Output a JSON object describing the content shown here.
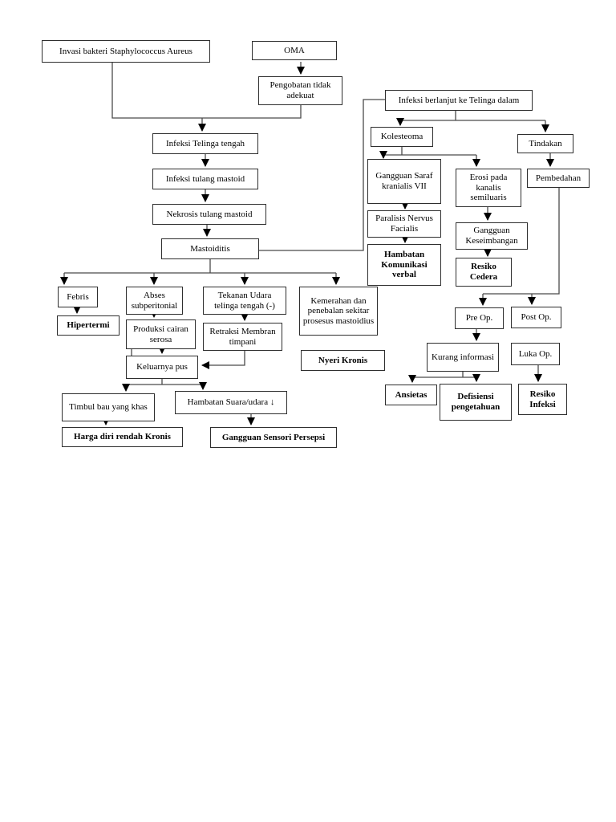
{
  "diagram": {
    "type": "flowchart",
    "topic": "Pathway OMA - Mastoiditis (patofisiologi dan diagnosa keperawatan)",
    "nodes": {
      "invasi": {
        "label": "Invasi bakteri Staphylococcus Aureus",
        "bold": false
      },
      "oma": {
        "label": "OMA",
        "bold": false
      },
      "pengobatan": {
        "label": "Pengobatan tidak adekuat",
        "bold": false
      },
      "infeksi_berlanjut": {
        "label": "Infeksi berlanjut ke Telinga dalam",
        "bold": false
      },
      "infeksi_telinga": {
        "label": "Infeksi Telinga tengah",
        "bold": false
      },
      "infeksi_tulang": {
        "label": "Infeksi tulang mastoid",
        "bold": false
      },
      "nekrosis": {
        "label": "Nekrosis tulang mastoid",
        "bold": false
      },
      "mastoiditis": {
        "label": "Mastoiditis",
        "bold": false
      },
      "kolesteoma": {
        "label": "Kolesteoma",
        "bold": false
      },
      "tindakan": {
        "label": "Tindakan",
        "bold": false
      },
      "gangguan_saraf": {
        "label": "Gangguan Saraf kranialis VII",
        "bold": false
      },
      "erosi": {
        "label": "Erosi pada kanalis semiluaris",
        "bold": false
      },
      "pembedahan": {
        "label": "Pembedahan",
        "bold": false
      },
      "paralisis": {
        "label": "Paralisis Nervus Facialis",
        "bold": false
      },
      "gangguan_keseimbangan": {
        "label": "Gangguan Keseimbangan",
        "bold": false
      },
      "hambatan_komunikasi": {
        "label": "Hambatan Komunikasi verbal",
        "bold": true
      },
      "resiko_cedera": {
        "label": "Resiko Cedera",
        "bold": true
      },
      "febris": {
        "label": "Febris",
        "bold": false
      },
      "hipertermi": {
        "label": "Hipertermi",
        "bold": true
      },
      "abses": {
        "label": "Abses subperitonial",
        "bold": false
      },
      "produksi": {
        "label": "Produksi cairan serosa",
        "bold": false
      },
      "tekanan": {
        "label": "Tekanan Udara telinga tengah (-)",
        "bold": false
      },
      "retraksi": {
        "label": "Retraksi Membran timpani",
        "bold": false
      },
      "kemerahan": {
        "label": "Kemerahan dan penebalan sekitar prosesus mastoidius",
        "bold": false
      },
      "keluarnya_pus": {
        "label": "Keluarnya pus",
        "bold": false
      },
      "nyeri_kronis": {
        "label": "Nyeri Kronis",
        "bold": true
      },
      "pre_op": {
        "label": "Pre Op.",
        "bold": false
      },
      "post_op": {
        "label": "Post Op.",
        "bold": false
      },
      "kurang_informasi": {
        "label": "Kurang informasi",
        "bold": false
      },
      "luka_op": {
        "label": "Luka Op.",
        "bold": false
      },
      "timbul_bau": {
        "label": "Timbul bau yang khas",
        "bold": false
      },
      "hambatan_suara": {
        "label": "Hambatan Suara/udara ↓",
        "bold": false
      },
      "harga_diri": {
        "label": "Harga diri rendah Kronis",
        "bold": true
      },
      "gangguan_sensori": {
        "label": "Gangguan Sensori Persepsi",
        "bold": true
      },
      "ansietas": {
        "label": "Ansietas",
        "bold": true
      },
      "defisiensi": {
        "label": "Defisiensi pengetahuan",
        "bold": true
      },
      "resiko_infeksi": {
        "label": "Resiko Infeksi",
        "bold": true
      }
    },
    "colors": {
      "background": "#ffffff",
      "box_border": "#2e2e2e",
      "connector_line": "#4a4a4a",
      "arrowhead": "#000000",
      "text": "#000000"
    }
  }
}
